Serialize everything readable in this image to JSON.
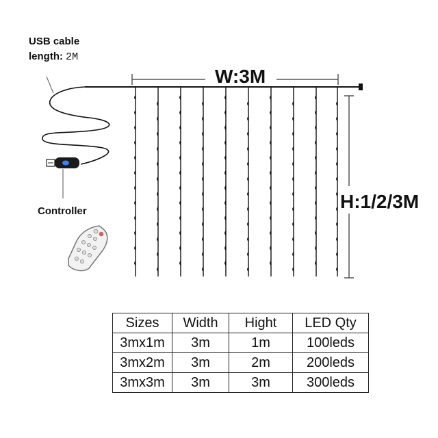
{
  "usb": {
    "line1": "USB cable",
    "line2_prefix": "length:",
    "line2_value": "2M"
  },
  "width_label": "W:3M",
  "height_label": "H:1/2/3M",
  "controller_label": "Controller",
  "table": {
    "headers": [
      "Sizes",
      "Width",
      "Hight",
      "LED Qty"
    ],
    "rows": [
      [
        "3mx1m",
        "3m",
        "1m",
        "100leds"
      ],
      [
        "3mx2m",
        "3m",
        "2m",
        "200leds"
      ],
      [
        "3mx3m",
        "3m",
        "3m",
        "300leds"
      ]
    ]
  }
}
